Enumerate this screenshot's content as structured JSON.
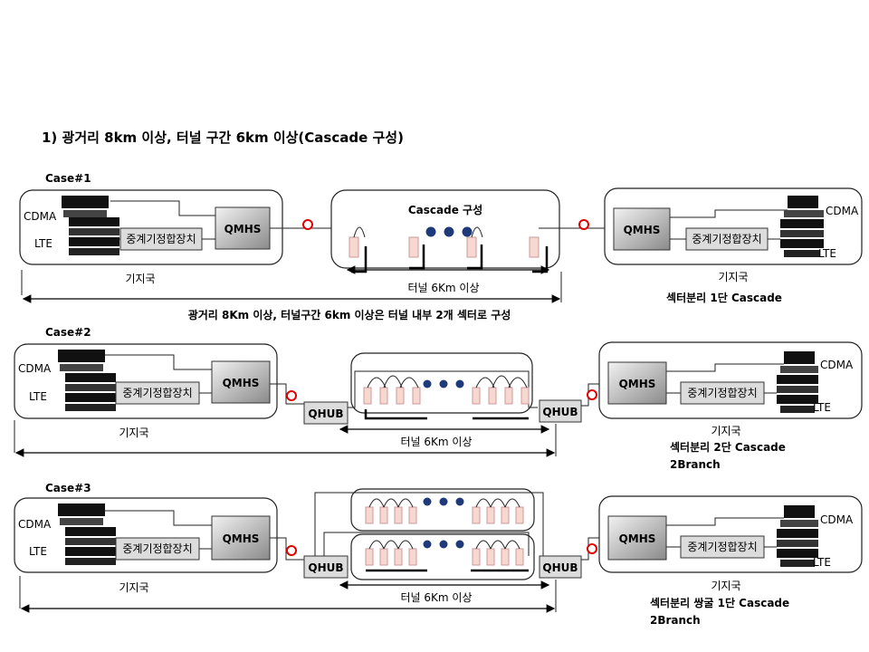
{
  "title": "1) 광거리 8km 이상, 터널 구간 6km 이상(Cascade 구성)",
  "labels": {
    "cdma": "CDMA",
    "lte": "LTE",
    "qmhs": "QMHS",
    "qhub": "QHUB",
    "integrator": "중계기정합장치",
    "base_station": "기지국",
    "tunnel_6km": "터널 6Km 이상"
  },
  "cases": [
    {
      "name": "Case#1",
      "tunnel_title": "Cascade  구성",
      "span_caption": "광거리  8Km 이상, 터널구간  6km 이상은 터널 내부 2개 섹터로 구성",
      "right_notes": [
        "섹터분리 1단 Cascade"
      ]
    },
    {
      "name": "Case#2",
      "right_notes": [
        "섹터분리 2단  Cascade",
        "2Branch"
      ]
    },
    {
      "name": "Case#3",
      "right_notes": [
        "섹터분리 쌍굴 1단  Cascade",
        "2Branch"
      ]
    }
  ],
  "colors": {
    "connector": "#e00000",
    "dots": "#1f3a7a",
    "integrator_fill": "#dcdcdc"
  }
}
